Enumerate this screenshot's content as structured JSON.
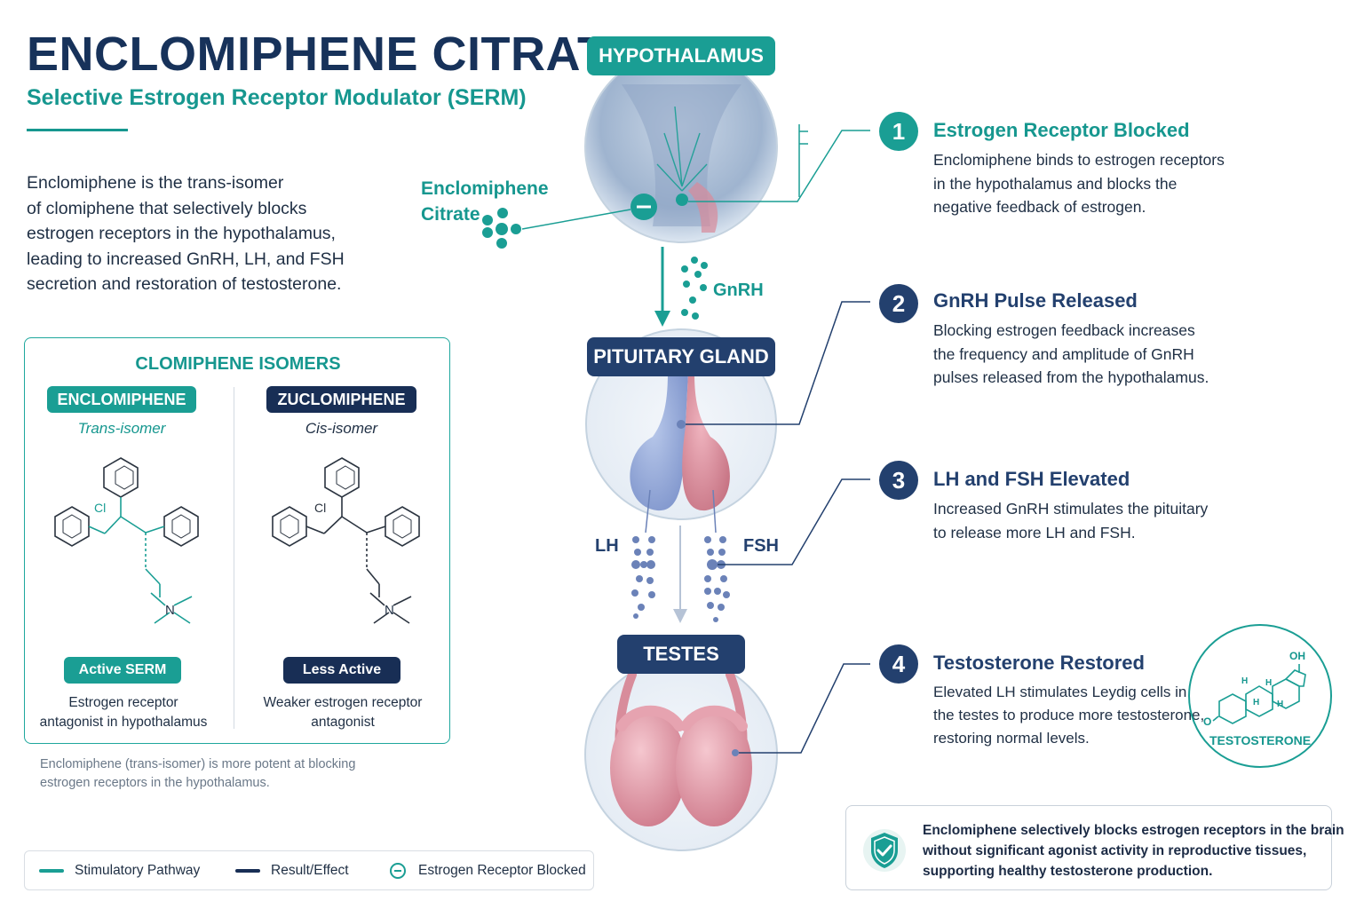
{
  "header": {
    "title": "ENCLOMIPHENE CITRATE",
    "subtitle": "Selective Estrogen Receptor Modulator (SERM)",
    "intro_lines": [
      "Enclomiphene is the trans-isomer",
      "of clomiphene that selectively blocks",
      "estrogen receptors in the hypothalamus,",
      "leading to increased GnRH, LH, and FSH",
      "secretion and restoration of testosterone."
    ]
  },
  "isomers": {
    "heading": "CLOMIPHENE ISOMERS",
    "enclomiphene": {
      "name": "ENCLOMIPHENE",
      "subtitle": "Trans-isomer",
      "tag": "Active SERM",
      "description_lines": [
        "Estrogen receptor",
        "antagonist in hypothalamus"
      ],
      "atom_cl": "Cl",
      "atom_n": "N"
    },
    "zuclomiphene": {
      "name": "ZUCLOMIPHENE",
      "subtitle": "Cis-isomer",
      "tag": "Less Active",
      "description_lines": [
        "Weaker estrogen receptor",
        "antagonist"
      ],
      "atom_cl": "Cl",
      "atom_n": "N"
    },
    "note_lines": [
      "Enclomiphene (trans-isomer) is more potent at blocking",
      "estrogen receptors in the hypothalamus."
    ]
  },
  "legend": {
    "items": [
      {
        "label": "Stimulatory Pathway",
        "color": "#1a9e94"
      },
      {
        "label": "Result/Effect",
        "color": "#182e55"
      },
      {
        "label": "Estrogen Receptor Blocked",
        "color": "#1a9e94"
      }
    ]
  },
  "pathway": {
    "hypothalamus_label": "HYPOTHALAMUS",
    "pituitary_label": "PITUITARY GLAND",
    "testes_label": "TESTES",
    "drug_label_lines": [
      "Enclomiphene",
      "Citrate"
    ],
    "gnrh_label": "GnRH",
    "lh_label": "LH",
    "fsh_label": "FSH"
  },
  "steps": [
    {
      "number": "1",
      "title": "Estrogen Receptor Blocked",
      "lines": [
        "Enclomiphene binds to estrogen receptors",
        "in the hypothalamus and blocks the",
        "negative feedback of estrogen."
      ],
      "color": "#1a9e94"
    },
    {
      "number": "2",
      "title": "GnRH Pulse Released",
      "lines": [
        "Blocking estrogen feedback increases",
        "the frequency and amplitude of GnRH",
        "pulses released from the hypothalamus."
      ],
      "color": "#23406e"
    },
    {
      "number": "3",
      "title": "LH and FSH Elevated",
      "lines": [
        "Increased GnRH stimulates the pituitary",
        "to release more LH and FSH."
      ],
      "color": "#23406e"
    },
    {
      "number": "4",
      "title": "Testosterone Restored",
      "lines": [
        "Elevated LH stimulates Leydig cells in",
        "the testes to produce more testosterone,",
        "restoring normal levels."
      ],
      "color": "#23406e"
    }
  ],
  "testosterone": {
    "label": "TESTOSTERONE",
    "oh": "OH",
    "o": "O",
    "h": "H"
  },
  "summary": {
    "lines": [
      "Enclomiphene selectively blocks estrogen receptors in the brain",
      "without significant agonist activity in reproductive tissues,",
      "supporting healthy testosterone production."
    ]
  },
  "colors": {
    "teal": "#1a9e94",
    "navy": "#182e55",
    "title": "#17325a"
  }
}
